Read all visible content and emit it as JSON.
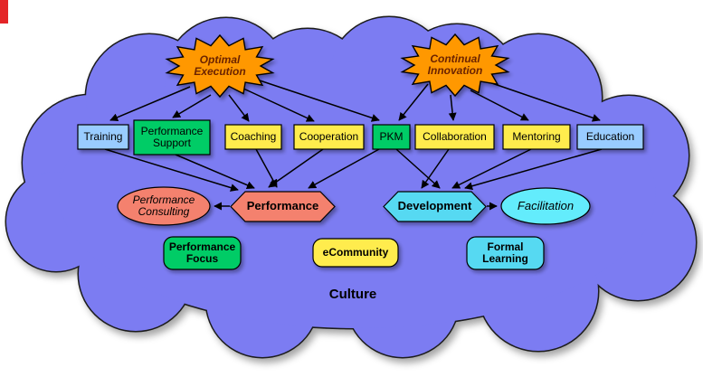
{
  "colors": {
    "cloud": "#7b7cf2",
    "burst_fill": "#ff9800",
    "burst_text": "#6b2300",
    "green": "#00cc66",
    "yellow": "#ffec4d",
    "light_blue": "#99ccff",
    "coral": "#f4816e",
    "cyan": "#57d9f2",
    "cyan_light": "#63ecfc",
    "artifact_red": "#e42527"
  },
  "bursts": {
    "optimal": "Optimal\nExecution",
    "continual": "Continual\nInnovation"
  },
  "boxes": [
    {
      "label": "Training"
    },
    {
      "label": "Performance\nSupport"
    },
    {
      "label": "Coaching"
    },
    {
      "label": "Cooperation"
    },
    {
      "label": "PKM"
    },
    {
      "label": "Collaboration"
    },
    {
      "label": "Mentoring"
    },
    {
      "label": "Education"
    }
  ],
  "mid": {
    "performance_consulting": "Performance\nConsulting",
    "performance": "Performance",
    "development": "Development",
    "facilitation": "Facilitation"
  },
  "pills": {
    "performance_focus": "Performance\nFocus",
    "ecommunity": "eCommunity",
    "formal_learning": "Formal\nLearning"
  },
  "culture_label": "Culture",
  "edges": [
    "Optimal Execution → Training",
    "Optimal Execution → Performance Support",
    "Optimal Execution → Coaching",
    "Optimal Execution → Cooperation",
    "Optimal Execution → PKM",
    "Continual Innovation → PKM",
    "Continual Innovation → Collaboration",
    "Continual Innovation → Mentoring",
    "Continual Innovation → Education",
    "Training → Performance",
    "Performance Support → Performance",
    "Coaching → Performance",
    "Cooperation → Performance",
    "PKM → Performance",
    "PKM → Development",
    "Collaboration → Development",
    "Mentoring → Development",
    "Education → Development",
    "Performance → Performance Consulting",
    "Development → Facilitation"
  ]
}
